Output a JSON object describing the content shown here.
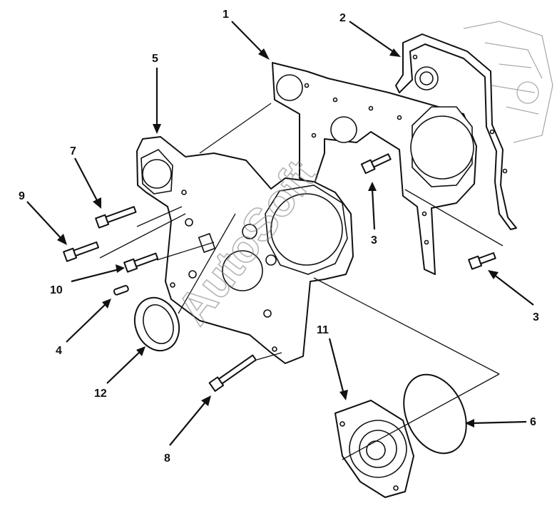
{
  "watermark": "AutoSoft",
  "callouts": [
    {
      "id": "c1",
      "text": "1"
    },
    {
      "id": "c2",
      "text": "2"
    },
    {
      "id": "c3a",
      "text": "3"
    },
    {
      "id": "c3b",
      "text": "3"
    },
    {
      "id": "c4",
      "text": "4"
    },
    {
      "id": "c5",
      "text": "5"
    },
    {
      "id": "c6",
      "text": "6"
    },
    {
      "id": "c7",
      "text": "7"
    },
    {
      "id": "c8",
      "text": "8"
    },
    {
      "id": "c9",
      "text": "9"
    },
    {
      "id": "c10",
      "text": "10"
    },
    {
      "id": "c11",
      "text": "11"
    },
    {
      "id": "c12",
      "text": "12"
    }
  ]
}
